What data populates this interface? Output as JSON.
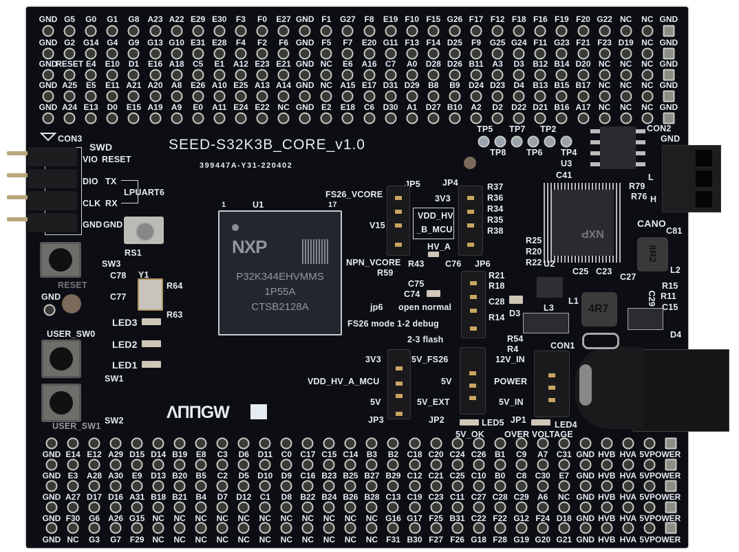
{
  "board": {
    "title": "SEED-S32K3B_CORE_v1.0",
    "serial": "399447A-Y31-220402",
    "brand_logo": "ARROW",
    "colors": {
      "pcb": "#0c0e13",
      "silkscreen": "#e6edf2",
      "pad": "#c9cbc6"
    }
  },
  "top_header": {
    "rows": [
      [
        "GND",
        "G5",
        "G0",
        "G1",
        "G8",
        "A23",
        "A22",
        "E29",
        "E30",
        "F3",
        "F0",
        "E27",
        "GND",
        "F1",
        "G27",
        "F8",
        "E19",
        "F10",
        "F15",
        "G26",
        "F17",
        "F12",
        "F18",
        "F16",
        "F19",
        "F20",
        "G22",
        "NC",
        "NC",
        "GND"
      ],
      [
        "GND",
        "G2",
        "G14",
        "G4",
        "G9",
        "G13",
        "G10",
        "E31",
        "E28",
        "F4",
        "F2",
        "F6",
        "GND",
        "F5",
        "F7",
        "E20",
        "G11",
        "F13",
        "F14",
        "D25",
        "F9",
        "G25",
        "G24",
        "F11",
        "G23",
        "F21",
        "F23",
        "D19",
        "NC",
        "GND"
      ],
      [
        "GND",
        "RESET",
        "E4",
        "E10",
        "D1",
        "E16",
        "A18",
        "C5",
        "E1",
        "A12",
        "E23",
        "E21",
        "GND",
        "NC",
        "E6",
        "A16",
        "C7",
        "A0",
        "D28",
        "D26",
        "B11",
        "A3",
        "D3",
        "B12",
        "B14",
        "D20",
        "NC",
        "NC",
        "NC",
        "GND"
      ],
      [
        "GND",
        "A25",
        "E5",
        "E11",
        "A21",
        "A20",
        "A8",
        "E26",
        "A10",
        "E25",
        "A13",
        "A14",
        "GND",
        "NC",
        "A15",
        "E17",
        "D31",
        "D29",
        "B8",
        "B9",
        "D24",
        "D23",
        "D4",
        "B13",
        "B15",
        "B17",
        "NC",
        "NC",
        "NC",
        "GND"
      ],
      [
        "GND",
        "A24",
        "E13",
        "D0",
        "E15",
        "A19",
        "A9",
        "E0",
        "A11",
        "E24",
        "E22",
        "NC",
        "GND",
        "E2",
        "E18",
        "C6",
        "D30",
        "A1",
        "D27",
        "B10",
        "A2",
        "D2",
        "D22",
        "D21",
        "B16",
        "A17",
        "NC",
        "NC",
        "NC",
        "GND"
      ]
    ]
  },
  "bottom_header": {
    "rows": [
      [
        "GND",
        "E14",
        "E12",
        "A29",
        "D15",
        "D14",
        "B19",
        "E8",
        "C3",
        "D6",
        "D11",
        "C0",
        "C17",
        "C15",
        "C14",
        "B3",
        "B2",
        "C18",
        "C20",
        "C24",
        "C26",
        "B1",
        "C9",
        "A7",
        "C31",
        "GND",
        "HVB",
        "HVA",
        "5VPOWER"
      ],
      [
        "GND",
        "E3",
        "A28",
        "A30",
        "E9",
        "D13",
        "B20",
        "B5",
        "C2",
        "D5",
        "D10",
        "D9",
        "C16",
        "B23",
        "B25",
        "B27",
        "B29",
        "C12",
        "C21",
        "C25",
        "C10",
        "B0",
        "C8",
        "C30",
        "E7",
        "GND",
        "HVB",
        "HVA",
        "5VPOWER"
      ],
      [
        "GND",
        "A27",
        "D17",
        "D16",
        "A31",
        "B18",
        "B21",
        "B4",
        "D7",
        "D12",
        "C1",
        "D8",
        "B22",
        "B24",
        "B26",
        "B28",
        "C13",
        "C19",
        "C23",
        "C11",
        "C27",
        "C28",
        "C29",
        "A6",
        "NC",
        "GND",
        "HVB",
        "HVA",
        "5VPOWER"
      ],
      [
        "GND",
        "F30",
        "G6",
        "A26",
        "G15",
        "NC",
        "NC",
        "NC",
        "NC",
        "NC",
        "NC",
        "NC",
        "NC",
        "NC",
        "NC",
        "NC",
        "G16",
        "G17",
        "F25",
        "B31",
        "C22",
        "F22",
        "G12",
        "F24",
        "D18",
        "GND",
        "HVB",
        "HVA",
        "5VPOWER"
      ],
      [
        "GND",
        "NC",
        "G3",
        "G7",
        "F29",
        "NC",
        "NC",
        "NC",
        "NC",
        "NC",
        "NC",
        "NC",
        "NC",
        "NC",
        "NC",
        "NC",
        "F31",
        "B30",
        "F27",
        "F26",
        "G18",
        "F28",
        "G19",
        "G20",
        "G21",
        "GND",
        "HVB",
        "HVA",
        "5VPOWER"
      ]
    ]
  },
  "mcu": {
    "logo": "NXP",
    "ref": "U1",
    "part": "P32K344EHVMMS",
    "line2": "1P55A",
    "line3": "CTSB2128A",
    "pin1": "1",
    "pin17": "17"
  },
  "silk": {
    "con3": "CON3",
    "swd": "SWD",
    "vio": "VIO",
    "reset1": "RESET",
    "dio": "DIO",
    "tx": "TX",
    "clk": "CLK",
    "rx": "RX",
    "gnd1": "GND",
    "gnd2": "GND",
    "lpuart6": "LPUART6",
    "rs1": "RS1",
    "sw3": "SW3",
    "reset_btn": "RESET",
    "gnd_tp": "GND",
    "c78": "C78",
    "y1": "Y1",
    "c77": "C77",
    "r64": "R64",
    "r63": "R63",
    "led3": "LED3",
    "led2": "LED2",
    "led1": "LED1",
    "user_sw0": "USER_SW0",
    "user_sw1": "USER_SW1",
    "sw1": "SW1",
    "sw2": "SW2",
    "fs26_vcore": "FS26_VCORE",
    "v15": "V15",
    "npn_vcore": "NPN_VCORE",
    "r59": "R59",
    "jp5": "JP5",
    "jp4": "JP4",
    "jp4_3v3": "3V3",
    "vdd_hv": "VDD_HV",
    "b_mcu": "_B_MCU",
    "hv_a": "HV_A",
    "r43": "R43",
    "c76": "C76",
    "jp6": "JP6",
    "c75": "C75",
    "c74": "C74",
    "jp6_small": "jp6",
    "open_normal": "open normal",
    "fs26_mode": "FS26 mode 1-2 debug",
    "flash": "2-3 flash",
    "r37": "R37",
    "r36": "R36",
    "r34": "R34",
    "r35": "R35",
    "r38": "R38",
    "r25": "R25",
    "r20": "R20",
    "r22": "R22",
    "r21": "R21",
    "r18": "R18",
    "c28": "C28",
    "d3": "D3",
    "r14": "R14",
    "r54": "R54",
    "r4": "R4",
    "jp3_3v3": "3V3",
    "jp3_5v_fs26": "5V_FS26",
    "vdd_hv_a_mcu": "VDD_HV_A_MCU",
    "jp3_5v": "5V",
    "jp2_5v": "5V",
    "jp2_5v_ext": "5V_EXT",
    "jp3": "JP3",
    "jp2": "JP2",
    "led5": "LED5",
    "five_v_ok": "5V_OK",
    "v12_in": "12V_IN",
    "power": "POWER",
    "v5_in": "5V_IN",
    "jp1": "JP1",
    "over_voltage": "OVER VOLTAGE",
    "led4": "LED4",
    "con1": "CON1",
    "tp5": "TP5",
    "tp7": "TP7",
    "tp2": "TP2",
    "tp8": "TP8",
    "tp6": "TP6",
    "tp4": "TP4",
    "u3": "U3",
    "c41": "C41",
    "con2": "CON2",
    "con2_gnd": "GND",
    "can_l": "L",
    "can_h": "H",
    "r79": "R79",
    "r76": "R76",
    "cano": "CANO",
    "c81": "C81",
    "u2": "U2",
    "c25": "C25",
    "c23": "C23",
    "c27": "C27",
    "l1": "L1",
    "l3": "L3",
    "l2": "L2",
    "r15": "R15",
    "r11": "R11",
    "c29": "C29",
    "c15": "C15",
    "d4": "D4"
  },
  "inductors": {
    "l2": "8R2",
    "l1": "4R7"
  },
  "u2_chip": {
    "logo": "NXP"
  }
}
